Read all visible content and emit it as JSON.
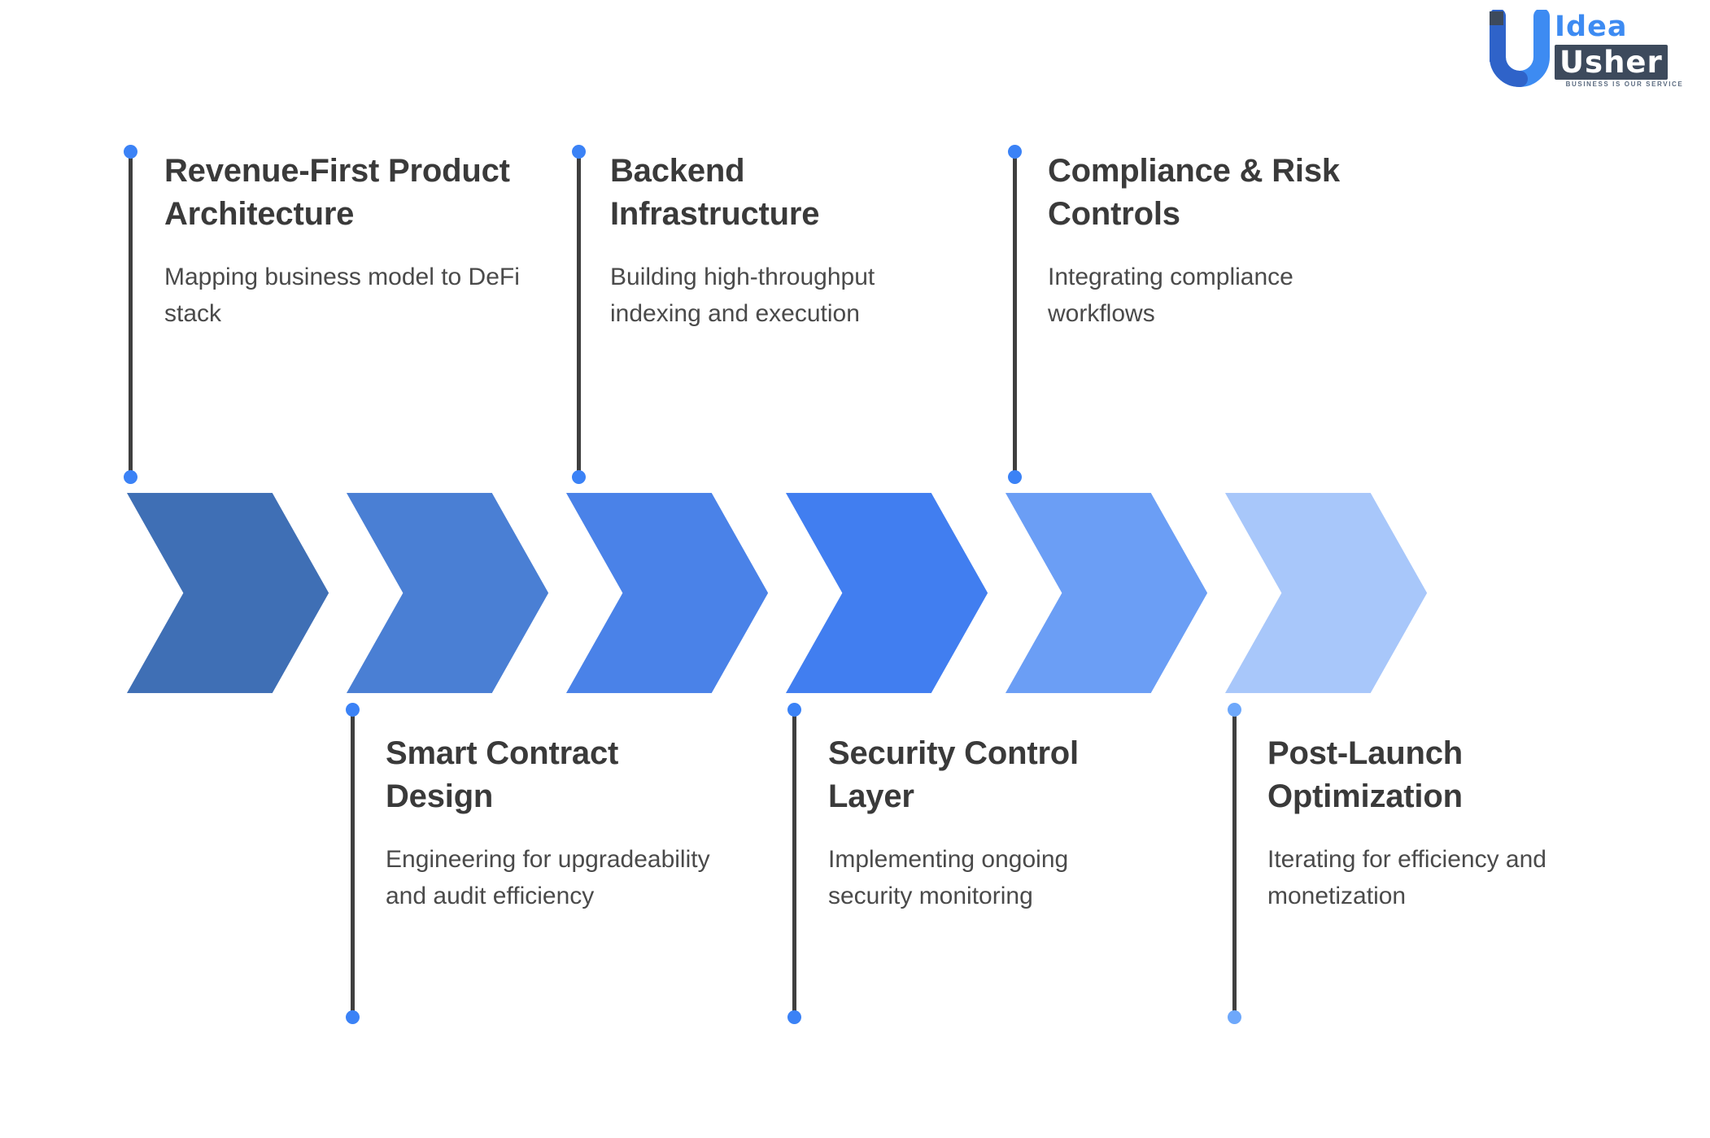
{
  "brand": {
    "name_line1": "Idea",
    "name_line2": "Usher",
    "tagline": "BUSINESS IS OUR SERVICE",
    "mark_icon": "u-magnet-logo-icon",
    "accent": "#3d8bf2",
    "dark": "#3d4a5c"
  },
  "diagram": {
    "type": "chevron-process-flow",
    "connector_color": "#3f3f3f",
    "dot_color": "#3b82f6",
    "title_color": "#3a3a3a",
    "body_color": "#4a4a4a",
    "steps": [
      {
        "index": 1,
        "title": "Revenue-First Product Architecture",
        "description": "Mapping business model to DeFi stack",
        "color": "#3f6fb5",
        "position": "top"
      },
      {
        "index": 2,
        "title": "Smart Contract Design",
        "description": "Engineering for upgradeability and audit efficiency",
        "color": "#4a7fd4",
        "position": "bottom"
      },
      {
        "index": 3,
        "title": "Backend Infrastructure",
        "description": "Building high-throughput indexing and execution",
        "color": "#4a82e8",
        "position": "top"
      },
      {
        "index": 4,
        "title": "Security Control Layer",
        "description": "Implementing ongoing security monitoring",
        "color": "#417ef0",
        "position": "bottom"
      },
      {
        "index": 5,
        "title": "Compliance & Risk Controls",
        "description": "Integrating compliance workflows",
        "color": "#6b9ef5",
        "position": "top"
      },
      {
        "index": 6,
        "title": "Post-Launch Optimization",
        "description": "Iterating for efficiency and monetization",
        "color": "#a8c7fa",
        "position": "bottom"
      }
    ]
  }
}
